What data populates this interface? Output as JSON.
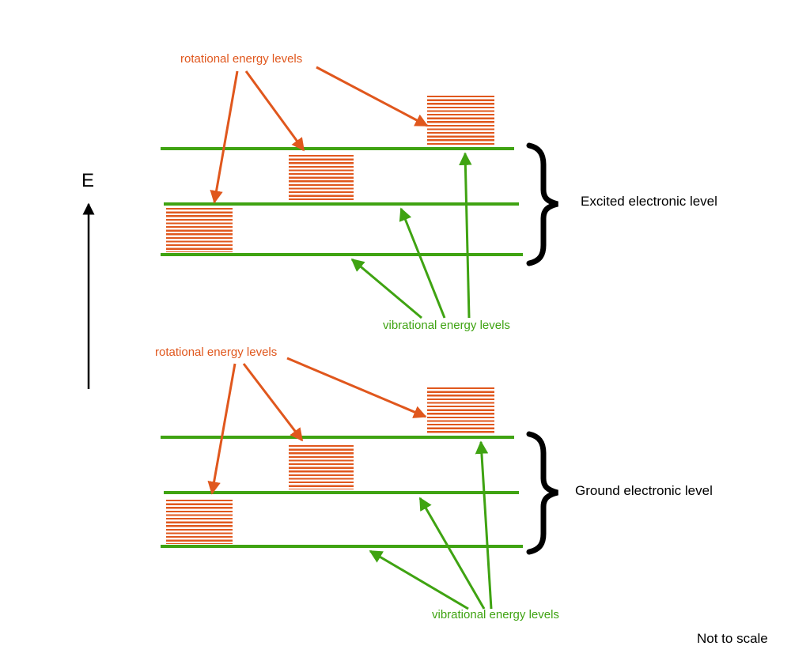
{
  "colors": {
    "rotational": "#e0571d",
    "vibrational": "#3fa312",
    "axis": "#000000"
  },
  "energy_axis_label": "E",
  "sections": [
    {
      "id": "excited",
      "rotational_label": "rotational energy levels",
      "vibrational_label": "vibrational energy levels",
      "electronic_label": "Excited electronic level"
    },
    {
      "id": "ground",
      "rotational_label": "rotational energy levels",
      "vibrational_label": "vibrational energy levels",
      "electronic_label": "Ground electronic level"
    }
  ],
  "footnote": "Not to scale"
}
